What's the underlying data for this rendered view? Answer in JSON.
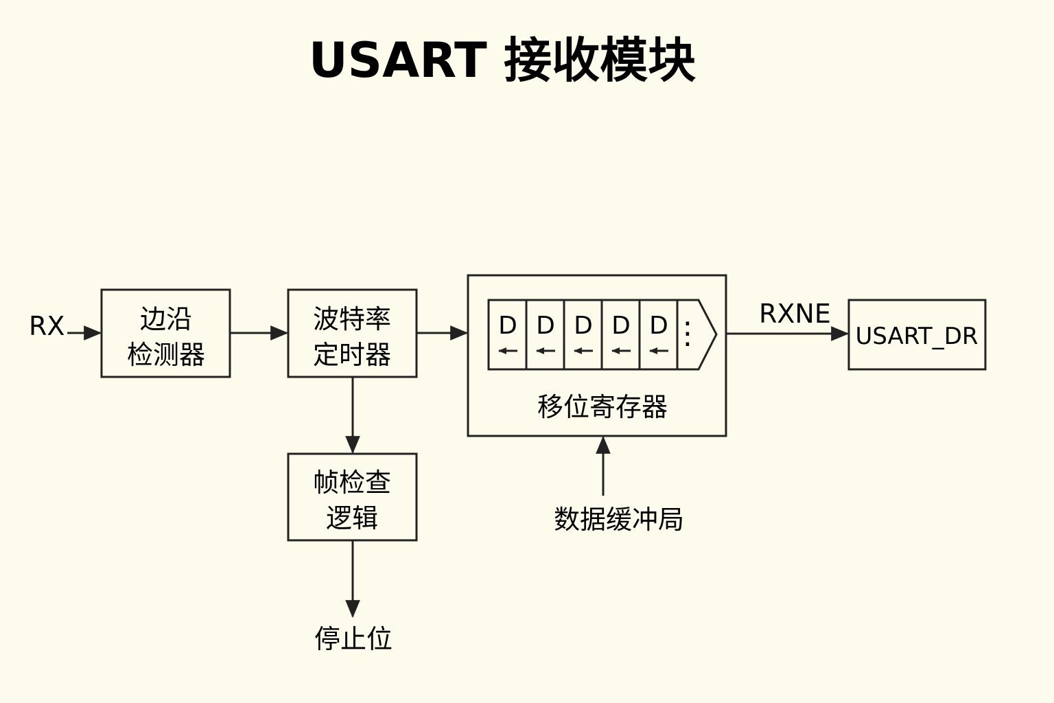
{
  "title": "USART 接收模块",
  "signals": {
    "rx": "RX",
    "rxne": "RXNE",
    "buffer": "数据缓冲局",
    "stop_bit": "停止位"
  },
  "blocks": {
    "edge_detector": [
      "边沿",
      "检测器"
    ],
    "baud_timer": [
      "波特率",
      "定时器"
    ],
    "frame_check": [
      "帧检查",
      "逻辑"
    ],
    "shift_register": {
      "label": "移位寄存器",
      "cells": [
        "D",
        "D",
        "D",
        "D",
        "D"
      ],
      "ellipsis": "⋮"
    },
    "usart_dr": "USART_DR"
  }
}
